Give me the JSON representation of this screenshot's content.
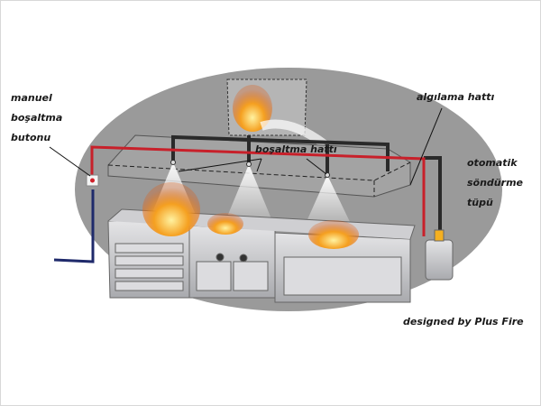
{
  "labels": {
    "manual_button": [
      "manuel",
      "boşaltma",
      "butonu"
    ],
    "detection_line": "algılama hattı",
    "discharge_line": "boşaltma hattı",
    "auto_cylinder": [
      "otomatik",
      "söndürme",
      "tüpü"
    ],
    "credit": "designed by Plus Fire"
  },
  "colors": {
    "background_ellipse": "#9a9a9a",
    "detection_pipe": "#c8202a",
    "discharge_pipe": "#2a2a2a",
    "manual_line": "#1f2a6b",
    "fire": "#f5a020"
  }
}
